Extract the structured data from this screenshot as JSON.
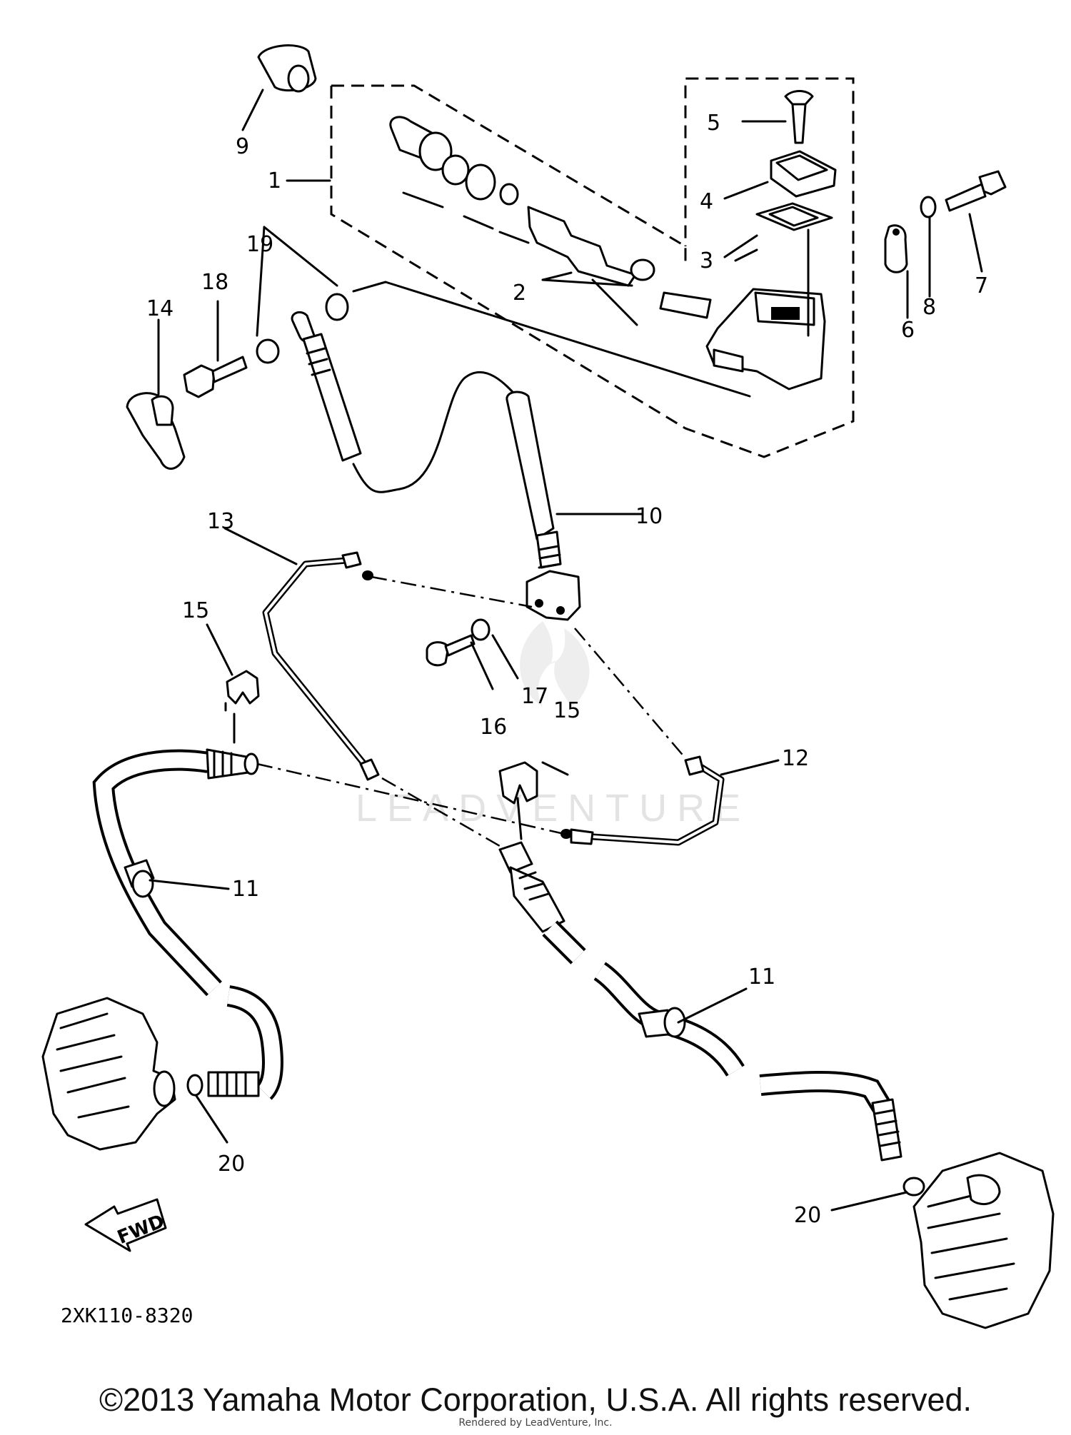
{
  "diagram": {
    "callouts": [
      "1",
      "2",
      "3",
      "4",
      "5",
      "6",
      "7",
      "8",
      "9",
      "10",
      "11",
      "11",
      "12",
      "13",
      "14",
      "15",
      "15",
      "16",
      "17",
      "18",
      "19",
      "20",
      "20"
    ],
    "fwd_label": "FWD",
    "diagram_code": "2XK110-8320",
    "watermark": "LEADVENTURE"
  },
  "footer": {
    "copyright": "©2013 Yamaha Motor Corporation, U.S.A. All rights reserved.",
    "rendered_by": "Rendered by LeadVenture, Inc."
  }
}
